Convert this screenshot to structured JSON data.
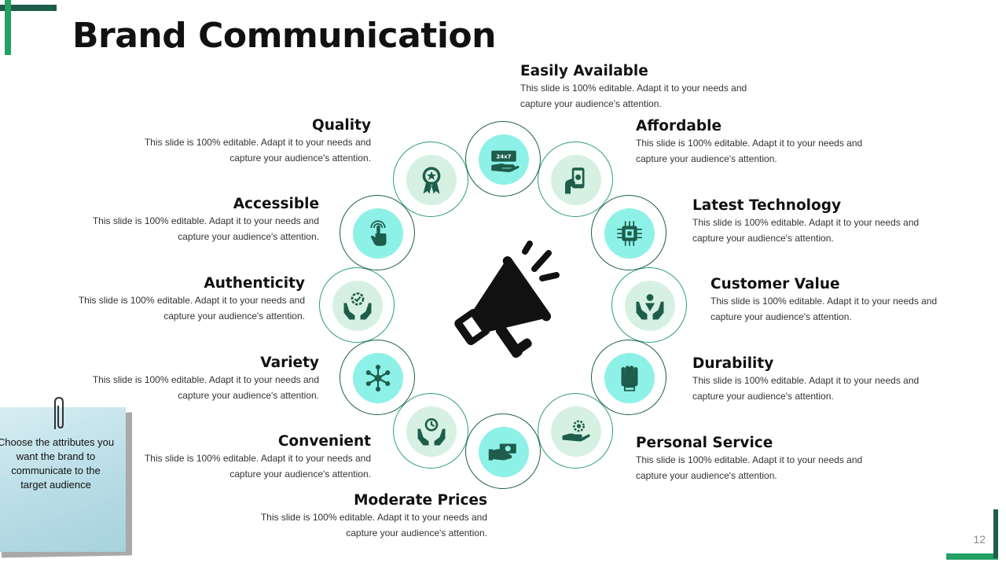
{
  "slide": {
    "title": "Brand Communication",
    "page_number": "12",
    "center_icon": "megaphone-icon",
    "note": {
      "text": "Choose the attributes you want the brand to communicate to the target audience"
    }
  },
  "attributes": [
    {
      "title": "Easily Available",
      "desc1": "This slide is 100% editable. Adapt it to your needs and",
      "desc2": "capture your audience's attention.",
      "icon": "24x7-hand-icon",
      "icon_label": "24x7"
    },
    {
      "title": "Affordable",
      "desc1": "This slide is 100% editable. Adapt it to your needs and",
      "desc2": "capture your audience's attention.",
      "icon": "money-phone-icon"
    },
    {
      "title": "Latest Technology",
      "desc1": "This slide is 100% editable. Adapt it to your needs and",
      "desc2": "capture your audience's attention.",
      "icon": "chip-icon"
    },
    {
      "title": "Customer Value",
      "desc1": "This slide is 100% editable. Adapt it to your needs and",
      "desc2": "capture your audience's attention.",
      "icon": "hands-person-icon"
    },
    {
      "title": "Durability",
      "desc1": "This slide is 100% editable. Adapt it to your needs and",
      "desc2": "capture your audience's attention.",
      "icon": "fist-icon"
    },
    {
      "title": "Personal Service",
      "desc1": "This slide is 100% editable. Adapt it to your needs and",
      "desc2": "capture your audience's attention.",
      "icon": "hand-gear-icon"
    },
    {
      "title": "Moderate Prices",
      "desc1": "This slide is 100% editable. Adapt it to your needs and",
      "desc2": "capture your audience's attention.",
      "icon": "hand-cash-icon"
    },
    {
      "title": "Convenient",
      "desc1": "This slide is 100% editable. Adapt it to your needs and",
      "desc2": "capture your audience's attention.",
      "icon": "hands-clock-icon"
    },
    {
      "title": "Variety",
      "desc1": "This slide is 100% editable. Adapt it to your needs and",
      "desc2": "capture your audience's attention.",
      "icon": "network-icon"
    },
    {
      "title": "Authenticity",
      "desc1": "This slide is 100% editable. Adapt it to your needs and",
      "desc2": "capture your audience's attention.",
      "icon": "hands-badge-icon"
    },
    {
      "title": "Accessible",
      "desc1": "This slide is 100% editable. Adapt it to your needs and",
      "desc2": "capture your audience's attention.",
      "icon": "touch-icon"
    },
    {
      "title": "Quality",
      "desc1": "This slide is 100% editable. Adapt it to your needs and",
      "desc2": "capture your audience's attention.",
      "icon": "award-icon"
    }
  ],
  "colors": {
    "dark_green": "#1e5d4c",
    "green": "#2aa06e",
    "mint": "#d6f1e3",
    "aqua": "#8ef1e8",
    "note": "#b9dde6"
  }
}
